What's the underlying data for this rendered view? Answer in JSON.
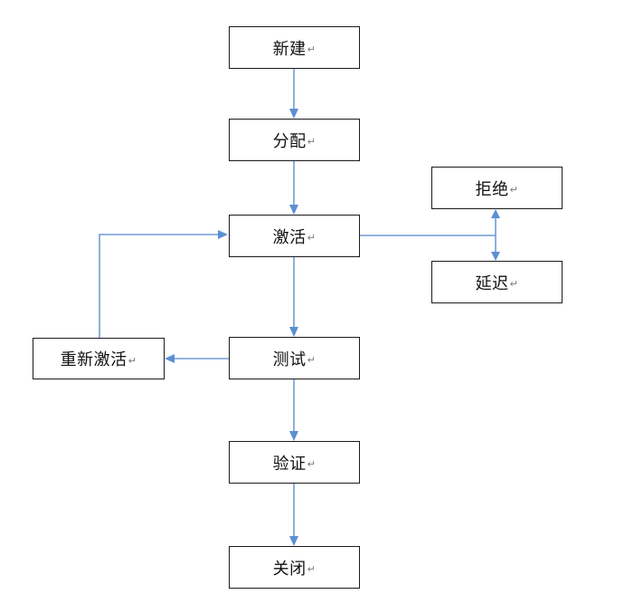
{
  "diagram": {
    "nodes": {
      "new": {
        "label": "新建",
        "mark": "↵"
      },
      "assign": {
        "label": "分配",
        "mark": "↵"
      },
      "activate": {
        "label": "激活",
        "mark": "↵"
      },
      "reject": {
        "label": "拒绝",
        "mark": "↵"
      },
      "defer": {
        "label": "延迟",
        "mark": "↵"
      },
      "reactivate": {
        "label": "重新激活",
        "mark": "↵"
      },
      "test": {
        "label": "测试",
        "mark": "↵"
      },
      "verify": {
        "label": "验证",
        "mark": "↵"
      },
      "close": {
        "label": "关闭",
        "mark": "↵"
      }
    },
    "colors": {
      "edge": "#6f9bd6",
      "arrowhead": "#5b8fd4",
      "border": "#1a1a1a"
    }
  }
}
